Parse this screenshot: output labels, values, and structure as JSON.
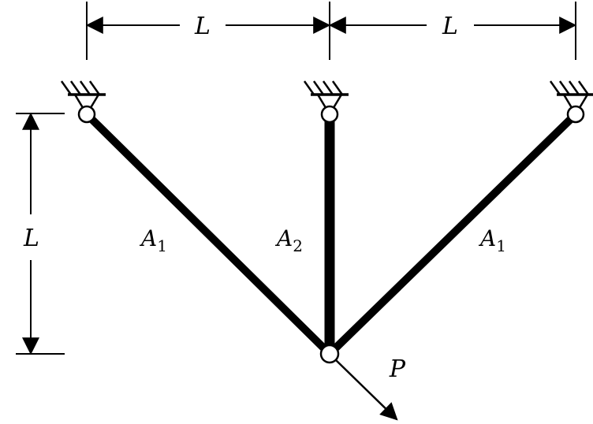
{
  "dimensions": {
    "top_left_span": "L",
    "top_right_span": "L",
    "left_vertical": "L"
  },
  "members": [
    {
      "id": "left-bar",
      "area": "A",
      "sub": "1"
    },
    {
      "id": "middle-bar",
      "area": "A",
      "sub": "2"
    },
    {
      "id": "right-bar",
      "area": "A",
      "sub": "1"
    }
  ],
  "load": {
    "label": "P"
  },
  "colors": {
    "ink": "#000000",
    "paper": "#ffffff"
  }
}
